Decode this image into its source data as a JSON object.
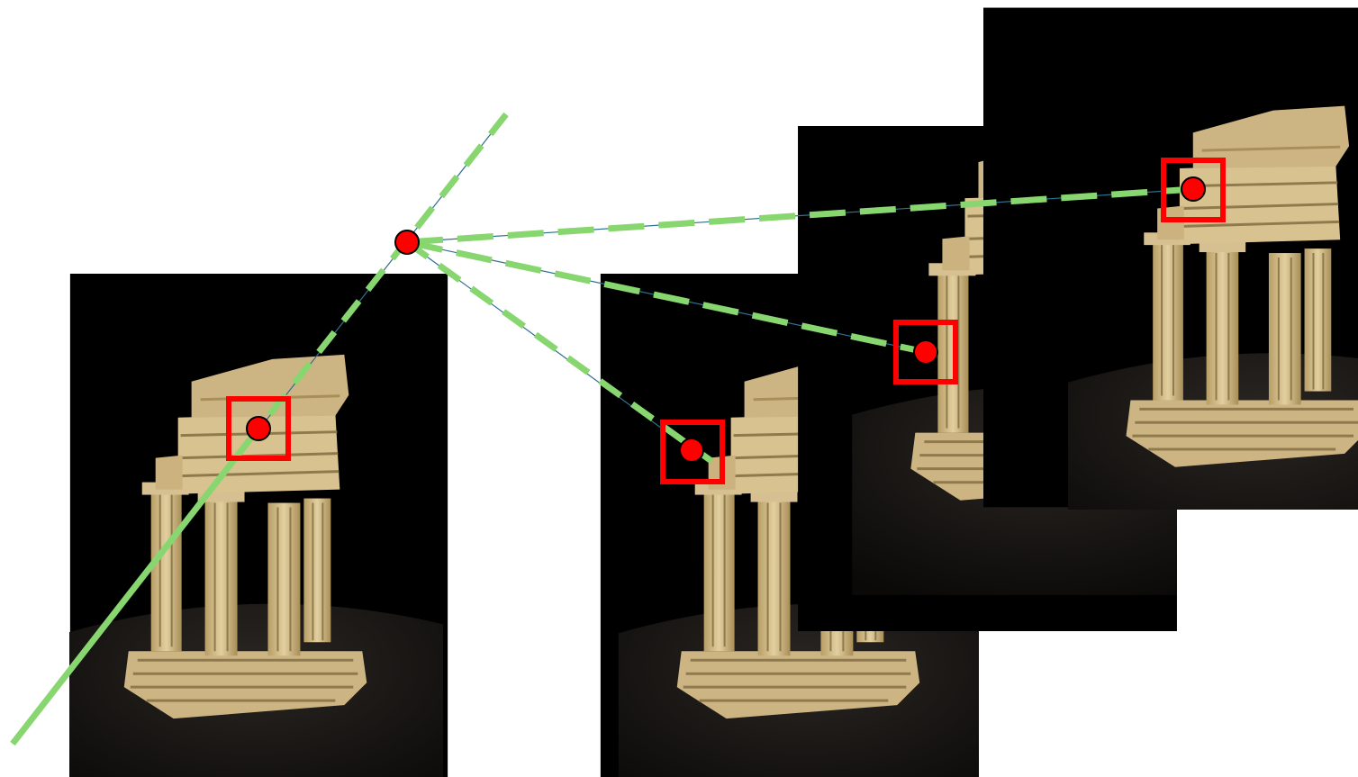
{
  "colors": {
    "background": "#ffffff",
    "photo_background": "#000000",
    "cloth": "#161412",
    "temple_stone": "#d8c28f",
    "temple_shadow": "#8f7a4e",
    "ray": "#88d66f",
    "thin_ray": "#2f6f8f",
    "point": "#ff0000",
    "patch_box": "#ff0000"
  },
  "photos": [
    {
      "name": "view-1",
      "kind": "temple-photo"
    },
    {
      "name": "view-2",
      "kind": "temple-photo"
    },
    {
      "name": "view-3",
      "kind": "temple-photo"
    },
    {
      "name": "view-4",
      "kind": "temple-photo"
    }
  ],
  "rays": [
    {
      "name": "ray-to-view-1",
      "style": "solid-then-dashed"
    },
    {
      "name": "ray-to-view-2",
      "style": "dashed"
    },
    {
      "name": "ray-to-view-3",
      "style": "dashed"
    },
    {
      "name": "ray-to-view-4",
      "style": "dashed"
    }
  ],
  "scene_point": {
    "name": "3d-point"
  },
  "image_points": [
    {
      "name": "projection-in-view-1"
    },
    {
      "name": "projection-in-view-2"
    },
    {
      "name": "projection-in-view-3"
    },
    {
      "name": "projection-in-view-4"
    }
  ]
}
